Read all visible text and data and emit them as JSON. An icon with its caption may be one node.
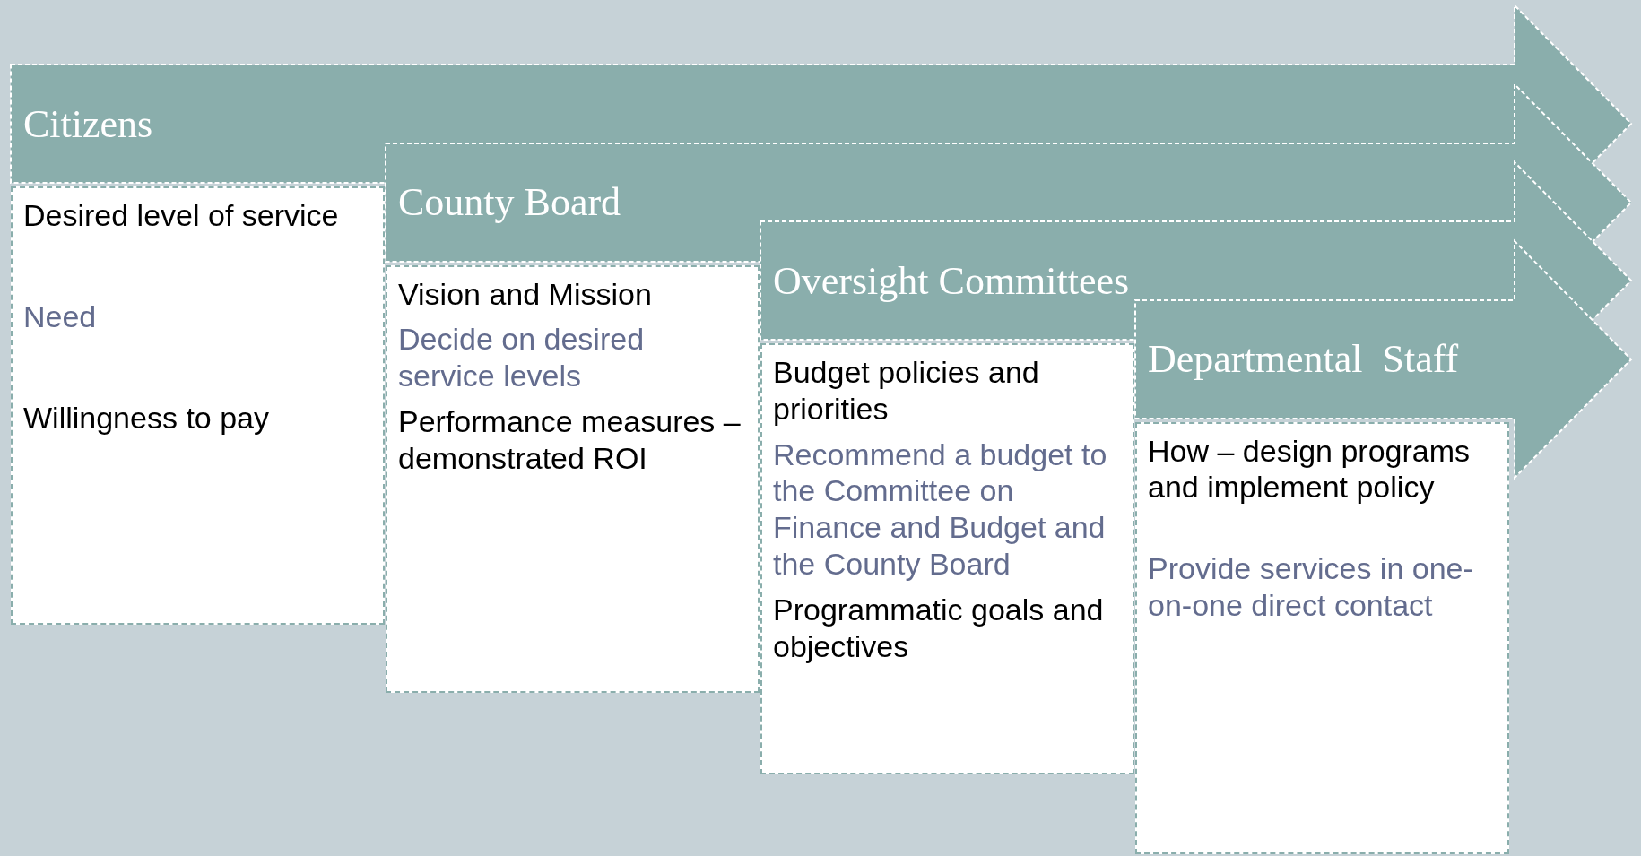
{
  "diagram": {
    "nodes": [
      {
        "text": [
          "Citizens"
        ]
      },
      {
        "text": [
          "Desired level of service",
          "Need",
          "Willingness to pay"
        ]
      },
      {
        "text": [
          "County Board"
        ]
      },
      {
        "text": [
          "Vision and Mission",
          "Decide on desired service levels",
          "Performance measures – demonstrated ROI"
        ]
      },
      {
        "text": [
          "Oversight Committees"
        ]
      },
      {
        "text": [
          "Budget policies and priorities",
          "Recommend a budget to the Committee on Finance and Budget and the County Board",
          "Programmatic goals and objectives"
        ]
      },
      {
        "text": [
          "Departmental  Staff"
        ]
      },
      {
        "text": [
          "How – design programs and implement policy",
          "Provide services in one-on-one direct contact"
        ]
      }
    ]
  }
}
